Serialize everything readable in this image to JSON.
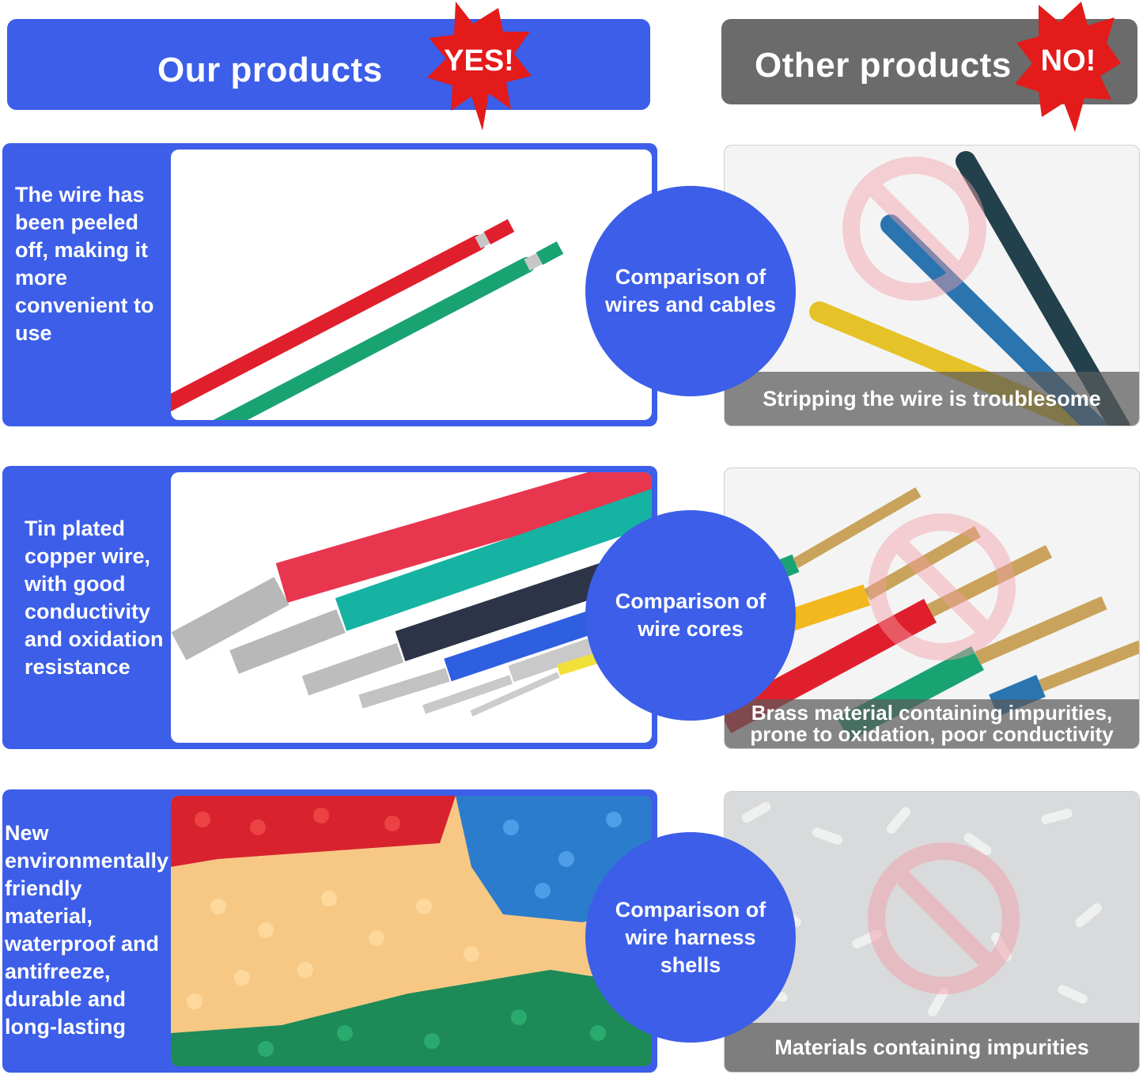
{
  "header": {
    "ours_title": "Our products",
    "ours_badge": "YES!",
    "other_title": "Other products",
    "other_badge": "NO!"
  },
  "comparisons": [
    {
      "ours_text": "The wire has been peeled off, making it more convenient to use",
      "topic": "Comparison of wires and cables",
      "other_caption": "Stripping the wire is troublesome"
    },
    {
      "ours_text": "Tin plated copper wire, with good conductivity and oxidation resistance",
      "topic": "Comparison of wire cores",
      "other_caption": "Brass material containing impurities, prone to oxidation, poor conductivity"
    },
    {
      "ours_text": "New environmentally friendly material, waterproof and antifreeze, durable and long-lasting",
      "topic": "Comparison of wire harness shells",
      "other_caption": "Materials containing impurities"
    }
  ],
  "colors": {
    "brand_blue": "#3c5ee8",
    "other_gray": "#6b6b6b",
    "badge_red": "#e31b1b"
  },
  "icons": {
    "yes_badge": "starburst-badge",
    "no_badge": "starburst-badge",
    "prohibited": "no-entry-icon"
  }
}
